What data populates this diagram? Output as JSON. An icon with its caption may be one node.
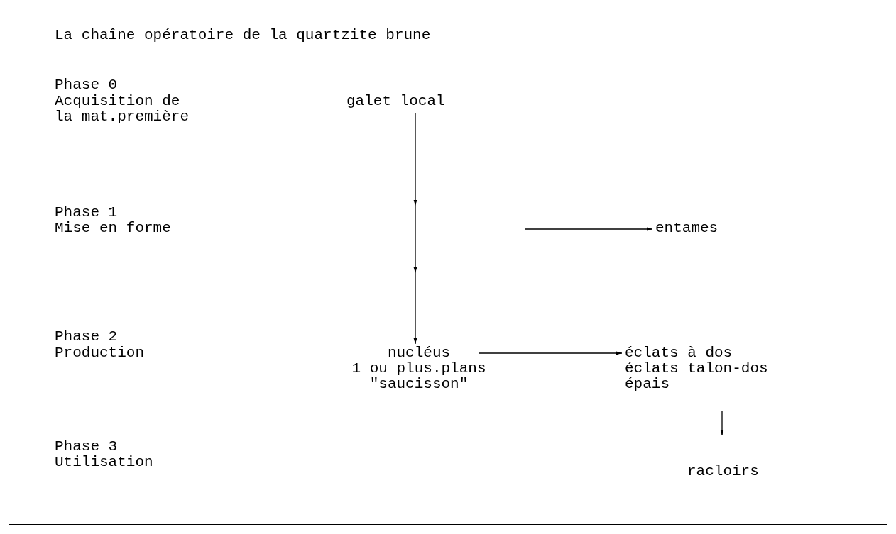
{
  "diagram": {
    "title": "La chaîne opératoire de la quartzite brune",
    "nodes": [
      {
        "text": [
          "galet local"
        ]
      },
      {
        "text": [
          "nucléus",
          "1 ou plus.plans",
          "\"saucisson\""
        ]
      },
      {
        "text": [
          "entames"
        ]
      },
      {
        "text": [
          "éclats à dos",
          "éclats talon-dos",
          "épais"
        ]
      },
      {
        "text": [
          "racloirs"
        ]
      }
    ],
    "edges": [
      {
        "from": 0,
        "to": 1,
        "arrow": "to"
      },
      {
        "from": null,
        "to": 2,
        "arrow": "to"
      },
      {
        "from": 1,
        "to": 3,
        "arrow": "to"
      },
      {
        "from": 3,
        "to": 4,
        "arrow": "to"
      }
    ],
    "labels": [
      "Phase 0",
      "Acquisition de la mat.première",
      "Phase 1",
      "Mise en forme",
      "Phase 2",
      "Production",
      "Phase 3",
      "Utilisation"
    ]
  }
}
